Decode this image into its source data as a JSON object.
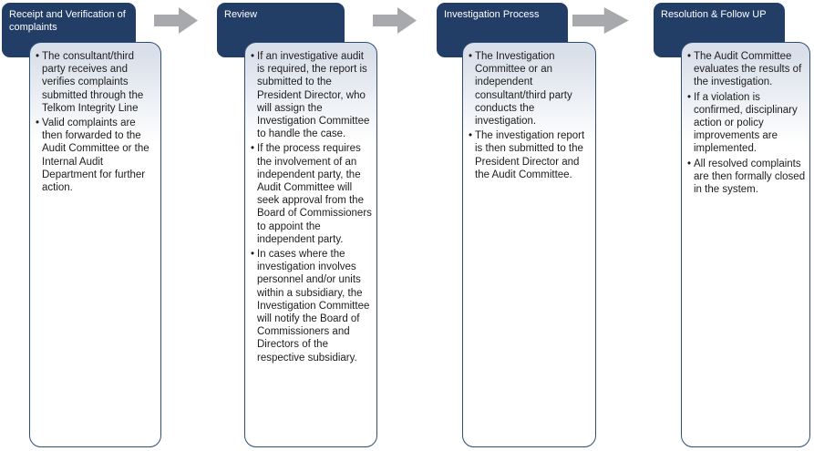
{
  "diagram_type": "process-flow",
  "colors": {
    "header_background": "#223d66",
    "header_text": "#ffffff",
    "body_border": "#2e4d79",
    "body_fill_top": "#dae0ea",
    "body_fill_bottom": "#ffffff",
    "arrow": "#a7a9ac",
    "bullet_text": "#1c1c1c"
  },
  "arrow_icon": "right-block-arrow",
  "columns": [
    {
      "title": "Receipt and Verification of complaints",
      "bullets": [
        "The consultant/third party receives and verifies complaints submitted through the Telkom Integrity Line",
        "Valid complaints are then forwarded to the Audit Committee or the Internal Audit Department for further action."
      ]
    },
    {
      "title": "Review",
      "bullets": [
        "If an investigative audit is required, the report is submitted to the President Director, who will assign the Investigation Committee to handle the case.",
        "If the process requires the involvement of an independent party, the Audit Committee will seek approval from the Board of Commissioners to appoint the independent party.",
        "In cases where the investigation involves personnel and/or units within a subsidiary, the Investigation Committee will notify the Board of Commissioners and Directors of the respective subsidiary."
      ]
    },
    {
      "title": "Investigation Process",
      "bullets": [
        "The Investigation Committee or an independent consultant/third party conducts the investigation.",
        "The investigation report is then submitted to the President Director and the Audit Committee."
      ]
    },
    {
      "title": "Resolution & Follow UP",
      "bullets": [
        "The Audit Committee evaluates the results of the investigation.",
        "If a violation is confirmed, disciplinary action or policy improvements are implemented.",
        "All resolved complaints are then formally closed in the system."
      ]
    }
  ]
}
